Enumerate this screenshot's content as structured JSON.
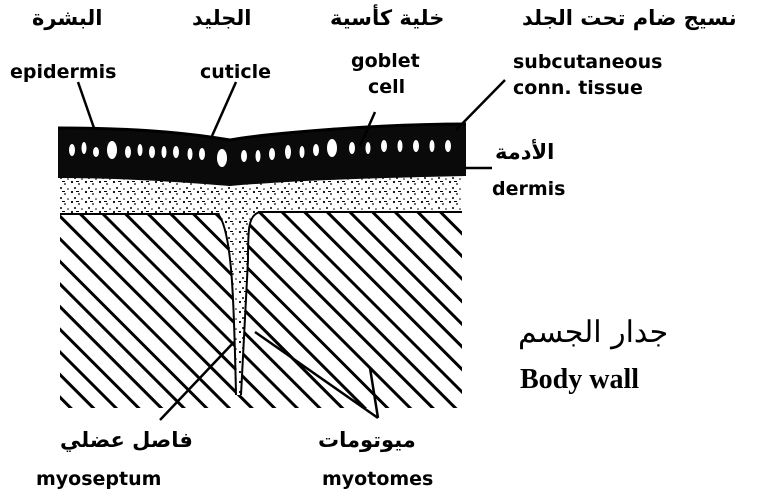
{
  "labels": {
    "epidermis": {
      "ar": "البشرة",
      "en": "epidermis"
    },
    "cuticle": {
      "ar": "الجليد",
      "en": "cuticle"
    },
    "goblet_cell": {
      "ar": "خلية كأسية",
      "en_line1": "goblet",
      "en_line2": "cell"
    },
    "subcutaneous": {
      "ar": "نسيج ضام تحت الجلد",
      "en_line1": "subcutaneous",
      "en_line2": "conn. tissue"
    },
    "dermis": {
      "ar": "الأدمة",
      "en": "dermis"
    },
    "myoseptum": {
      "ar": "فاصل عضلي",
      "en": "myoseptum"
    },
    "myotomes": {
      "ar": "ميوتومات",
      "en": "myotomes"
    }
  },
  "title": {
    "ar": "جدار الجسم",
    "en": "Body wall"
  }
}
